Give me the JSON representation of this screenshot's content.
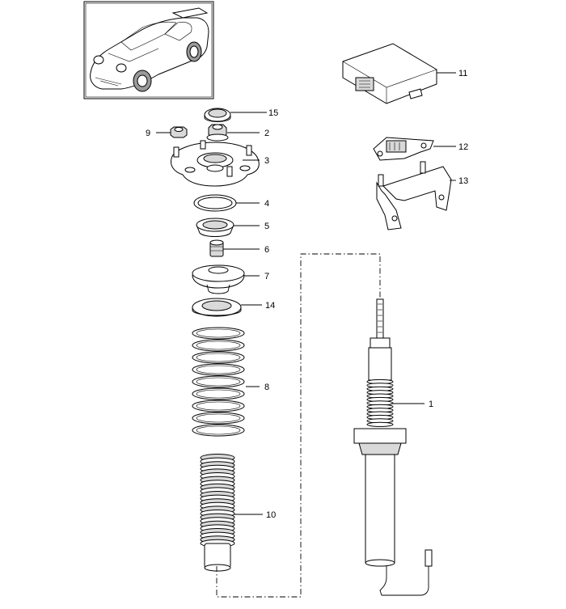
{
  "diagram": {
    "inset": {
      "name": "vehicle-thumbnail"
    },
    "callouts": [
      {
        "id": "callout-15",
        "label": "15"
      },
      {
        "id": "callout-2",
        "label": "2"
      },
      {
        "id": "callout-9",
        "label": "9"
      },
      {
        "id": "callout-3",
        "label": "3"
      },
      {
        "id": "callout-4",
        "label": "4"
      },
      {
        "id": "callout-5",
        "label": "5"
      },
      {
        "id": "callout-6",
        "label": "6"
      },
      {
        "id": "callout-7",
        "label": "7"
      },
      {
        "id": "callout-14",
        "label": "14"
      },
      {
        "id": "callout-8",
        "label": "8"
      },
      {
        "id": "callout-10",
        "label": "10"
      },
      {
        "id": "callout-1",
        "label": "1"
      },
      {
        "id": "callout-11",
        "label": "11"
      },
      {
        "id": "callout-12",
        "label": "12"
      },
      {
        "id": "callout-13",
        "label": "13"
      }
    ]
  }
}
